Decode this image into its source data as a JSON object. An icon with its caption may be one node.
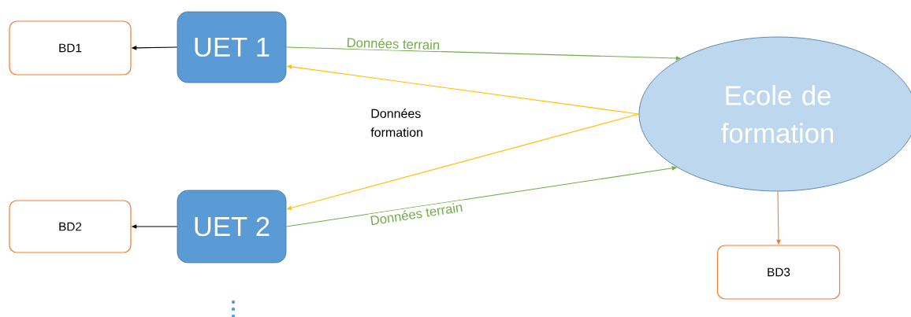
{
  "diagram": {
    "nodes": [
      {
        "text": [
          "BD1"
        ]
      },
      {
        "text": [
          "UET 1"
        ]
      },
      {
        "text": [
          "Ecole de formation"
        ]
      },
      {
        "text": [
          "BD2"
        ]
      },
      {
        "text": [
          "UET 2"
        ]
      },
      {
        "text": [
          "BD3"
        ]
      }
    ],
    "edges": [
      {
        "from": 1,
        "to": 0,
        "arrow": "to",
        "color": "#000000"
      },
      {
        "from": 1,
        "to": 2,
        "arrow": "to",
        "label": "Données terrain",
        "color": "#70ad47"
      },
      {
        "from": 2,
        "to": 1,
        "arrow": "to",
        "color": "#ffc000"
      },
      {
        "from": 2,
        "to": 4,
        "arrow": "to",
        "color": "#ffc000"
      },
      {
        "from": 4,
        "to": 2,
        "arrow": "to",
        "label": "Données terrain",
        "color": "#70ad47"
      },
      {
        "from": 4,
        "to": 3,
        "arrow": "to",
        "color": "#000000"
      },
      {
        "from": 2,
        "to": 5,
        "arrow": "to",
        "color": "#ed7d31"
      }
    ],
    "labels": [
      "Données formation"
    ]
  }
}
